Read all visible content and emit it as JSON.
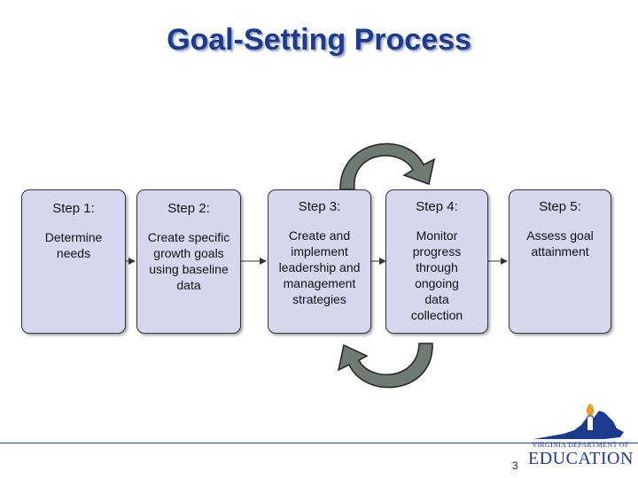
{
  "title": "Goal-Setting Process",
  "steps": [
    {
      "head": "Step 1:",
      "body": "Determine needs"
    },
    {
      "head": "Step 2:",
      "body": "Create specific growth goals using baseline data"
    },
    {
      "head": "Step 3:",
      "body": "Create and implement leadership and management strategies"
    },
    {
      "head": "Step 4:",
      "body": "Monitor progress through ongoing data collection"
    },
    {
      "head": "Step 5:",
      "body": "Assess goal attainment"
    }
  ],
  "footer": {
    "page_number": "3",
    "logo_line1": "VIRGINIA DEPARTMENT OF",
    "logo_line2": "EDUCATION"
  },
  "colors": {
    "title": "#1c3b8e",
    "box_fill": "#d6d6ef",
    "cycle_arrow": "#6f7a72"
  }
}
